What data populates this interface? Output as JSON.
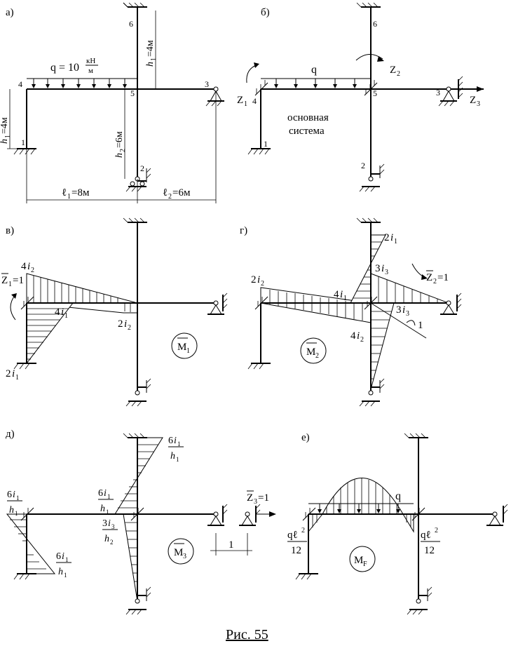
{
  "figure_caption": "Рис. 55",
  "panels": {
    "a": {
      "label": "а)",
      "load": "q = 10",
      "load_unit_num": "кН",
      "load_unit_den": "м",
      "h1_top": "h",
      "h1_top_sub": "1",
      "h1_top_val": "=4м",
      "h1_left": "h",
      "h1_left_sub": "1",
      "h1_left_val": "=4м",
      "h2": "h",
      "h2_sub": "2",
      "h2_val": "=6м",
      "l1": "ℓ",
      "l1_sub": "1",
      "l1_val": "=8м",
      "l2": "ℓ",
      "l2_sub": "2",
      "l2_val": "=6м",
      "nodes": [
        "1",
        "2",
        "3",
        "4",
        "5",
        "6"
      ]
    },
    "b": {
      "label": "б)",
      "load": "q",
      "caption_line1": "основная",
      "caption_line2": "система",
      "z1": "Z",
      "z1_sub": "1",
      "z2": "Z",
      "z2_sub": "2",
      "z3": "Z",
      "z3_sub": "3",
      "nodes": [
        "1",
        "2",
        "3",
        "4",
        "5",
        "6"
      ]
    },
    "v": {
      "label": "в)",
      "z_unit": "Z",
      "z_unit_sub": "1",
      "z_unit_val": "=1",
      "values": [
        {
          "coef": "4",
          "sym": "i",
          "sub": "2"
        },
        {
          "coef": "4",
          "sym": "i",
          "sub": "1"
        },
        {
          "coef": "2",
          "sym": "i",
          "sub": "2"
        },
        {
          "coef": "2",
          "sym": "i",
          "sub": "1"
        }
      ],
      "diagram_label": "M",
      "diagram_sub": "1"
    },
    "g": {
      "label": "г)",
      "z_unit": "Z",
      "z_unit_sub": "2",
      "z_unit_val": "=1",
      "values": [
        {
          "coef": "2",
          "sym": "i",
          "sub": "1"
        },
        {
          "coef": "3",
          "sym": "i",
          "sub": "3"
        },
        {
          "coef": "2",
          "sym": "i",
          "sub": "2"
        },
        {
          "coef": "4",
          "sym": "i",
          "sub": "1"
        },
        {
          "coef": "3",
          "sym": "i",
          "sub": "3"
        },
        {
          "coef": "4",
          "sym": "i",
          "sub": "2"
        }
      ],
      "tangent_label": "1",
      "diagram_label": "M",
      "diagram_sub": "2"
    },
    "d": {
      "label": "д)",
      "z_unit": "Z",
      "z_unit_sub": "3",
      "z_unit_val": "=1",
      "fractions": [
        {
          "num_coef": "6",
          "num_sym": "i",
          "num_sub": "1",
          "den_sym": "h",
          "den_sub": "1"
        },
        {
          "num_coef": "6",
          "num_sym": "i",
          "num_sub": "1",
          "den_sym": "h",
          "den_sub": "1"
        },
        {
          "num_coef": "6",
          "num_sym": "i",
          "num_sub": "1",
          "den_sym": "h",
          "den_sub": "1"
        },
        {
          "num_coef": "6",
          "num_sym": "i",
          "num_sub": "1",
          "den_sym": "h",
          "den_sub": "1"
        },
        {
          "num_coef": "3",
          "num_sym": "i",
          "num_sub": "3",
          "den_sym": "h",
          "den_sub": "2"
        }
      ],
      "unit_shift": "1",
      "diagram_label": "M",
      "diagram_sub": "3"
    },
    "e": {
      "label": "е)",
      "load": "q",
      "moment_num": "qℓ",
      "moment_pow": "2",
      "moment_den": "12",
      "diagram_label": "M",
      "diagram_sub": "F"
    }
  }
}
